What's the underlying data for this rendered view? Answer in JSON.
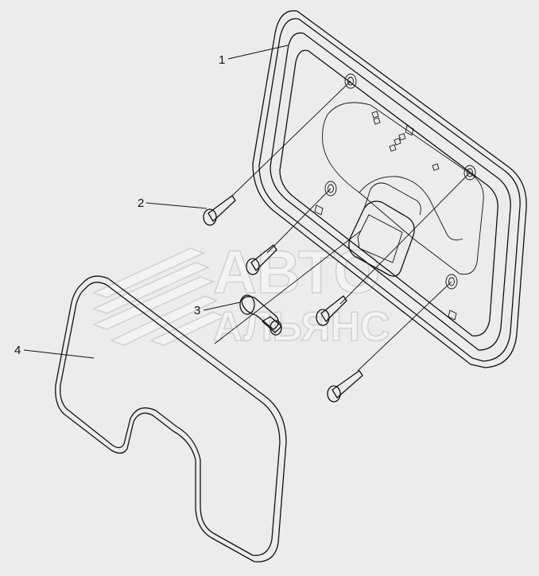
{
  "callouts": [
    {
      "id": "1",
      "label": "1"
    },
    {
      "id": "2",
      "label": "2"
    },
    {
      "id": "3",
      "label": "3"
    },
    {
      "id": "4",
      "label": "4"
    }
  ],
  "watermark": {
    "line1": "АВТО",
    "line2": "АЛЬЯНС"
  },
  "colors": {
    "background": "#ececec",
    "line": "#111111",
    "watermark_stroke": "#d2d2d2"
  }
}
